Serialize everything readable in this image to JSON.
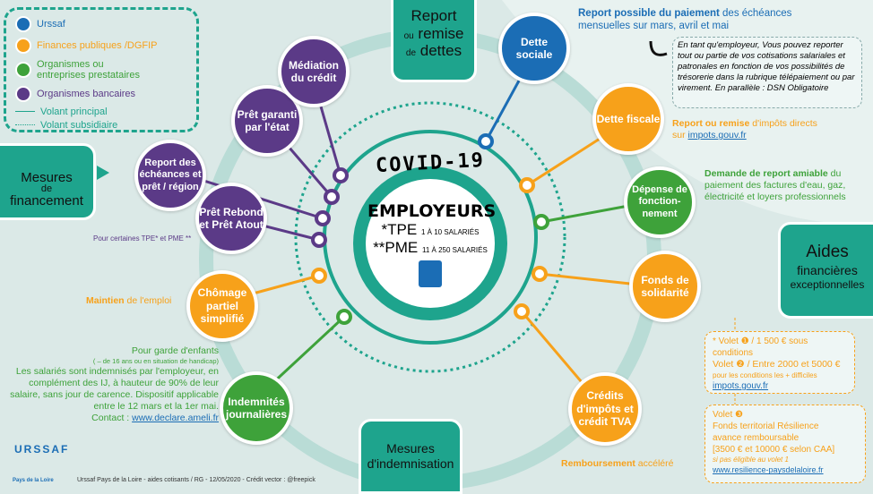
{
  "legend": {
    "items": [
      {
        "label": "Urssaf",
        "color": "#1b6db5"
      },
      {
        "label": "Finances publiques /DGFIP",
        "color": "#f7a11a"
      },
      {
        "label": "Organismes ou entreprises prestataires",
        "color": "#3ea23a"
      },
      {
        "label": "Organismes bancaires",
        "color": "#5b3a87"
      }
    ],
    "main_line": "Volant principal",
    "sub_line": "Volant subsidiaire"
  },
  "center": {
    "covid": "COVID-19",
    "title": "EMPLOYEURS",
    "tpe": "*TPE",
    "tpe_desc": "1 À 10 SALARIÉS",
    "pme": "**PME",
    "pme_desc": "11 À 250 SALARIÉS"
  },
  "sections": {
    "report": {
      "l1": "Report",
      "l2": "ou",
      "l3": "remise",
      "l4": "de",
      "l5": "dettes"
    },
    "financement": {
      "l1": "Mesures",
      "l2": "de",
      "l3": "financement"
    },
    "aides": {
      "l1": "Aides",
      "l2": "financières",
      "l3": "exceptionnelles"
    },
    "indemnisation": {
      "l1": "Mesures",
      "l2": "d'indemnisation"
    }
  },
  "nodes": {
    "dette_sociale": "Dette sociale",
    "dette_fiscale": "Dette fiscale",
    "depense": "Dépense de fonction-nement",
    "fonds": "Fonds de solidarité",
    "credits": "Crédits d'impôts et crédit TVA",
    "indemnites": "Indemnités journalières",
    "chomage": "Chômage partiel simplifié",
    "pret_rebond": "Prêt Rebond et Prêt Atout",
    "report_echeances": "Report des échéances et prêt / région",
    "pret_garanti": "Prêt garanti par l'état",
    "mediation": "Médiation du crédit"
  },
  "notes": {
    "urssaf_bold": "Report possible du paiement",
    "urssaf_rest": " des échéances mensuelles sur mars, avril et mai",
    "urssaf_box": "En tant qu'employeur, Vous pouvez reporter tout ou partie de vos cotisations salariales et patronales en fonction de vos possibilités de trésorerie dans la rubrique télépaiement ou par virement. En parallèle : DSN Obligatoire",
    "impots_bold": "Report ou remise",
    "impots_rest": " d'impôts directs",
    "impots_sur": "sur ",
    "impots_link": "impots.gouv.fr",
    "amiable_bold": "Demande de report amiable",
    "amiable_rest": " du paiement des factures d'eau, gaz, électricité et loyers professionnels",
    "pour_certaines": "Pour certaines TPE* et PME **",
    "maintien_bold": "Maintien",
    "maintien_rest": " de l'emploi",
    "garde_title": "Pour garde d'enfants",
    "garde_sub": "( – de 16 ans ou en situation de handicap)",
    "garde_text": "Les salariés sont indemnisés par l'employeur, en complément des IJ, à hauteur de 90% de leur salaire, sans jour de carence. Dispositif applicable entre le 12 mars et la 1er mai.",
    "contact": "Contact : ",
    "contact_link": "www.declare.ameli.fr",
    "remboursement_bold": "Remboursement",
    "remboursement_rest": " accéléré"
  },
  "volets": {
    "v1": "* Volet ❶ / 1 500 € sous conditions",
    "v2": "Volet ❷ / Entre 2000 et 5000 €",
    "v2_sub": "pour les conditions les + difficiles",
    "link1": "impots.gouv.fr",
    "v3": "Volet ❸",
    "v3_l1": "Fonds territorial Résilience",
    "v3_l2": "avance remboursable",
    "v3_l3": "[3500 € et 10000 € selon CAA]",
    "v3_l4": "si pas éligible au volet 1",
    "link2": "www.resilience-paysdelaloire.fr"
  },
  "footer": {
    "logo": "URSSAF",
    "region": "Pays de la Loire",
    "credit": "Urssaf Pays de la Loire - aides cotisants / RG - 12/05/2020 - Crédit vector : @freepick"
  }
}
